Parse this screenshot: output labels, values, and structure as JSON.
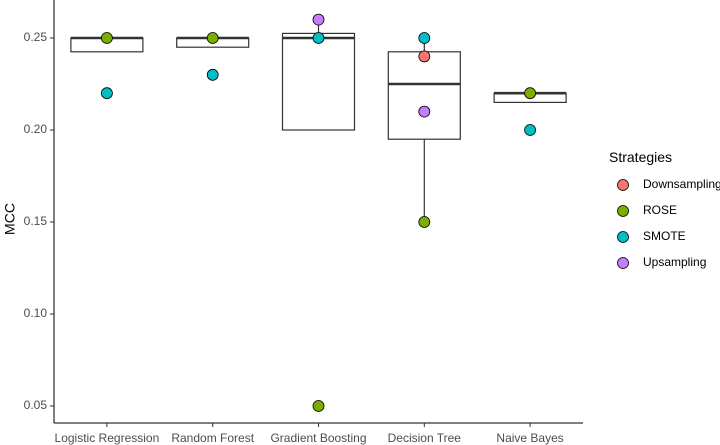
{
  "chart_data": {
    "type": "box",
    "title": "",
    "xlabel": "",
    "ylabel": "MCC",
    "ylim": [
      0.045,
      0.27
    ],
    "yticks": [
      0.05,
      0.1,
      0.15,
      0.2,
      0.25
    ],
    "ytick_labels": [
      "0.05",
      "0.10",
      "0.15",
      "0.20",
      "0.25"
    ],
    "categories": [
      "Logistic Regression",
      "Random Forest",
      "Gradient Boosting",
      "Decision Tree",
      "Naive Bayes"
    ],
    "boxes": [
      {
        "q1": 0.2425,
        "median": 0.25,
        "q3": 0.25,
        "whisker_low": 0.2425,
        "whisker_high": 0.25
      },
      {
        "q1": 0.245,
        "median": 0.25,
        "q3": 0.25,
        "whisker_low": 0.245,
        "whisker_high": 0.25
      },
      {
        "q1": 0.2,
        "median": 0.25,
        "q3": 0.2525,
        "whisker_low": 0.2,
        "whisker_high": 0.26
      },
      {
        "q1": 0.195,
        "median": 0.225,
        "q3": 0.2425,
        "whisker_low": 0.15,
        "whisker_high": 0.25
      },
      {
        "q1": 0.215,
        "median": 0.22,
        "q3": 0.22,
        "whisker_low": 0.215,
        "whisker_high": 0.22
      }
    ],
    "legend": {
      "title": "Strategies",
      "position": "right"
    },
    "series": [
      {
        "name": "Downsampling",
        "color": "#F8766D",
        "values": [
          null,
          null,
          null,
          0.24,
          null
        ]
      },
      {
        "name": "ROSE",
        "color": "#7CAE00",
        "values": [
          0.25,
          0.25,
          0.05,
          0.15,
          0.22
        ]
      },
      {
        "name": "SMOTE",
        "color": "#00BFC4",
        "values": [
          0.22,
          0.23,
          0.25,
          0.25,
          0.2
        ]
      },
      {
        "name": "Upsampling",
        "color": "#C77CFF",
        "values": [
          null,
          null,
          0.26,
          0.21,
          null
        ]
      }
    ],
    "grid": false
  }
}
